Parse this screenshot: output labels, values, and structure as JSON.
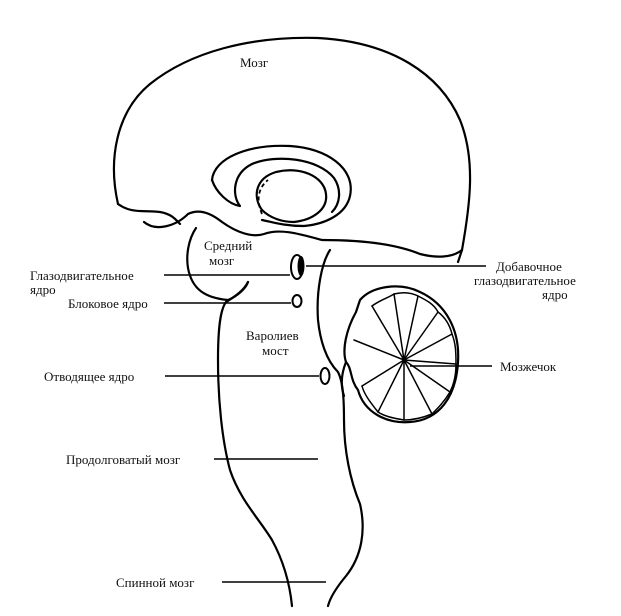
{
  "labels": {
    "brain": "Мозг",
    "midbrain_line1": "Средний",
    "midbrain_line2": "мозг",
    "oculomotor_line1": "Глазодвигательное",
    "oculomotor_line2": "ядро",
    "accessory_line1": "Добавочное",
    "accessory_line2": "глазодвигательное",
    "accessory_line3": "ядро",
    "trochlear": "Блоковое ядро",
    "pons_line1": "Варолиев",
    "pons_line2": "мост",
    "abducens": "Отводящее ядро",
    "cerebellum": "Мозжечок",
    "medulla": "Продолговатый мозг",
    "spinal_cord": "Спинной мозг"
  },
  "colors": {
    "ink": "#000000",
    "background": "#ffffff"
  }
}
